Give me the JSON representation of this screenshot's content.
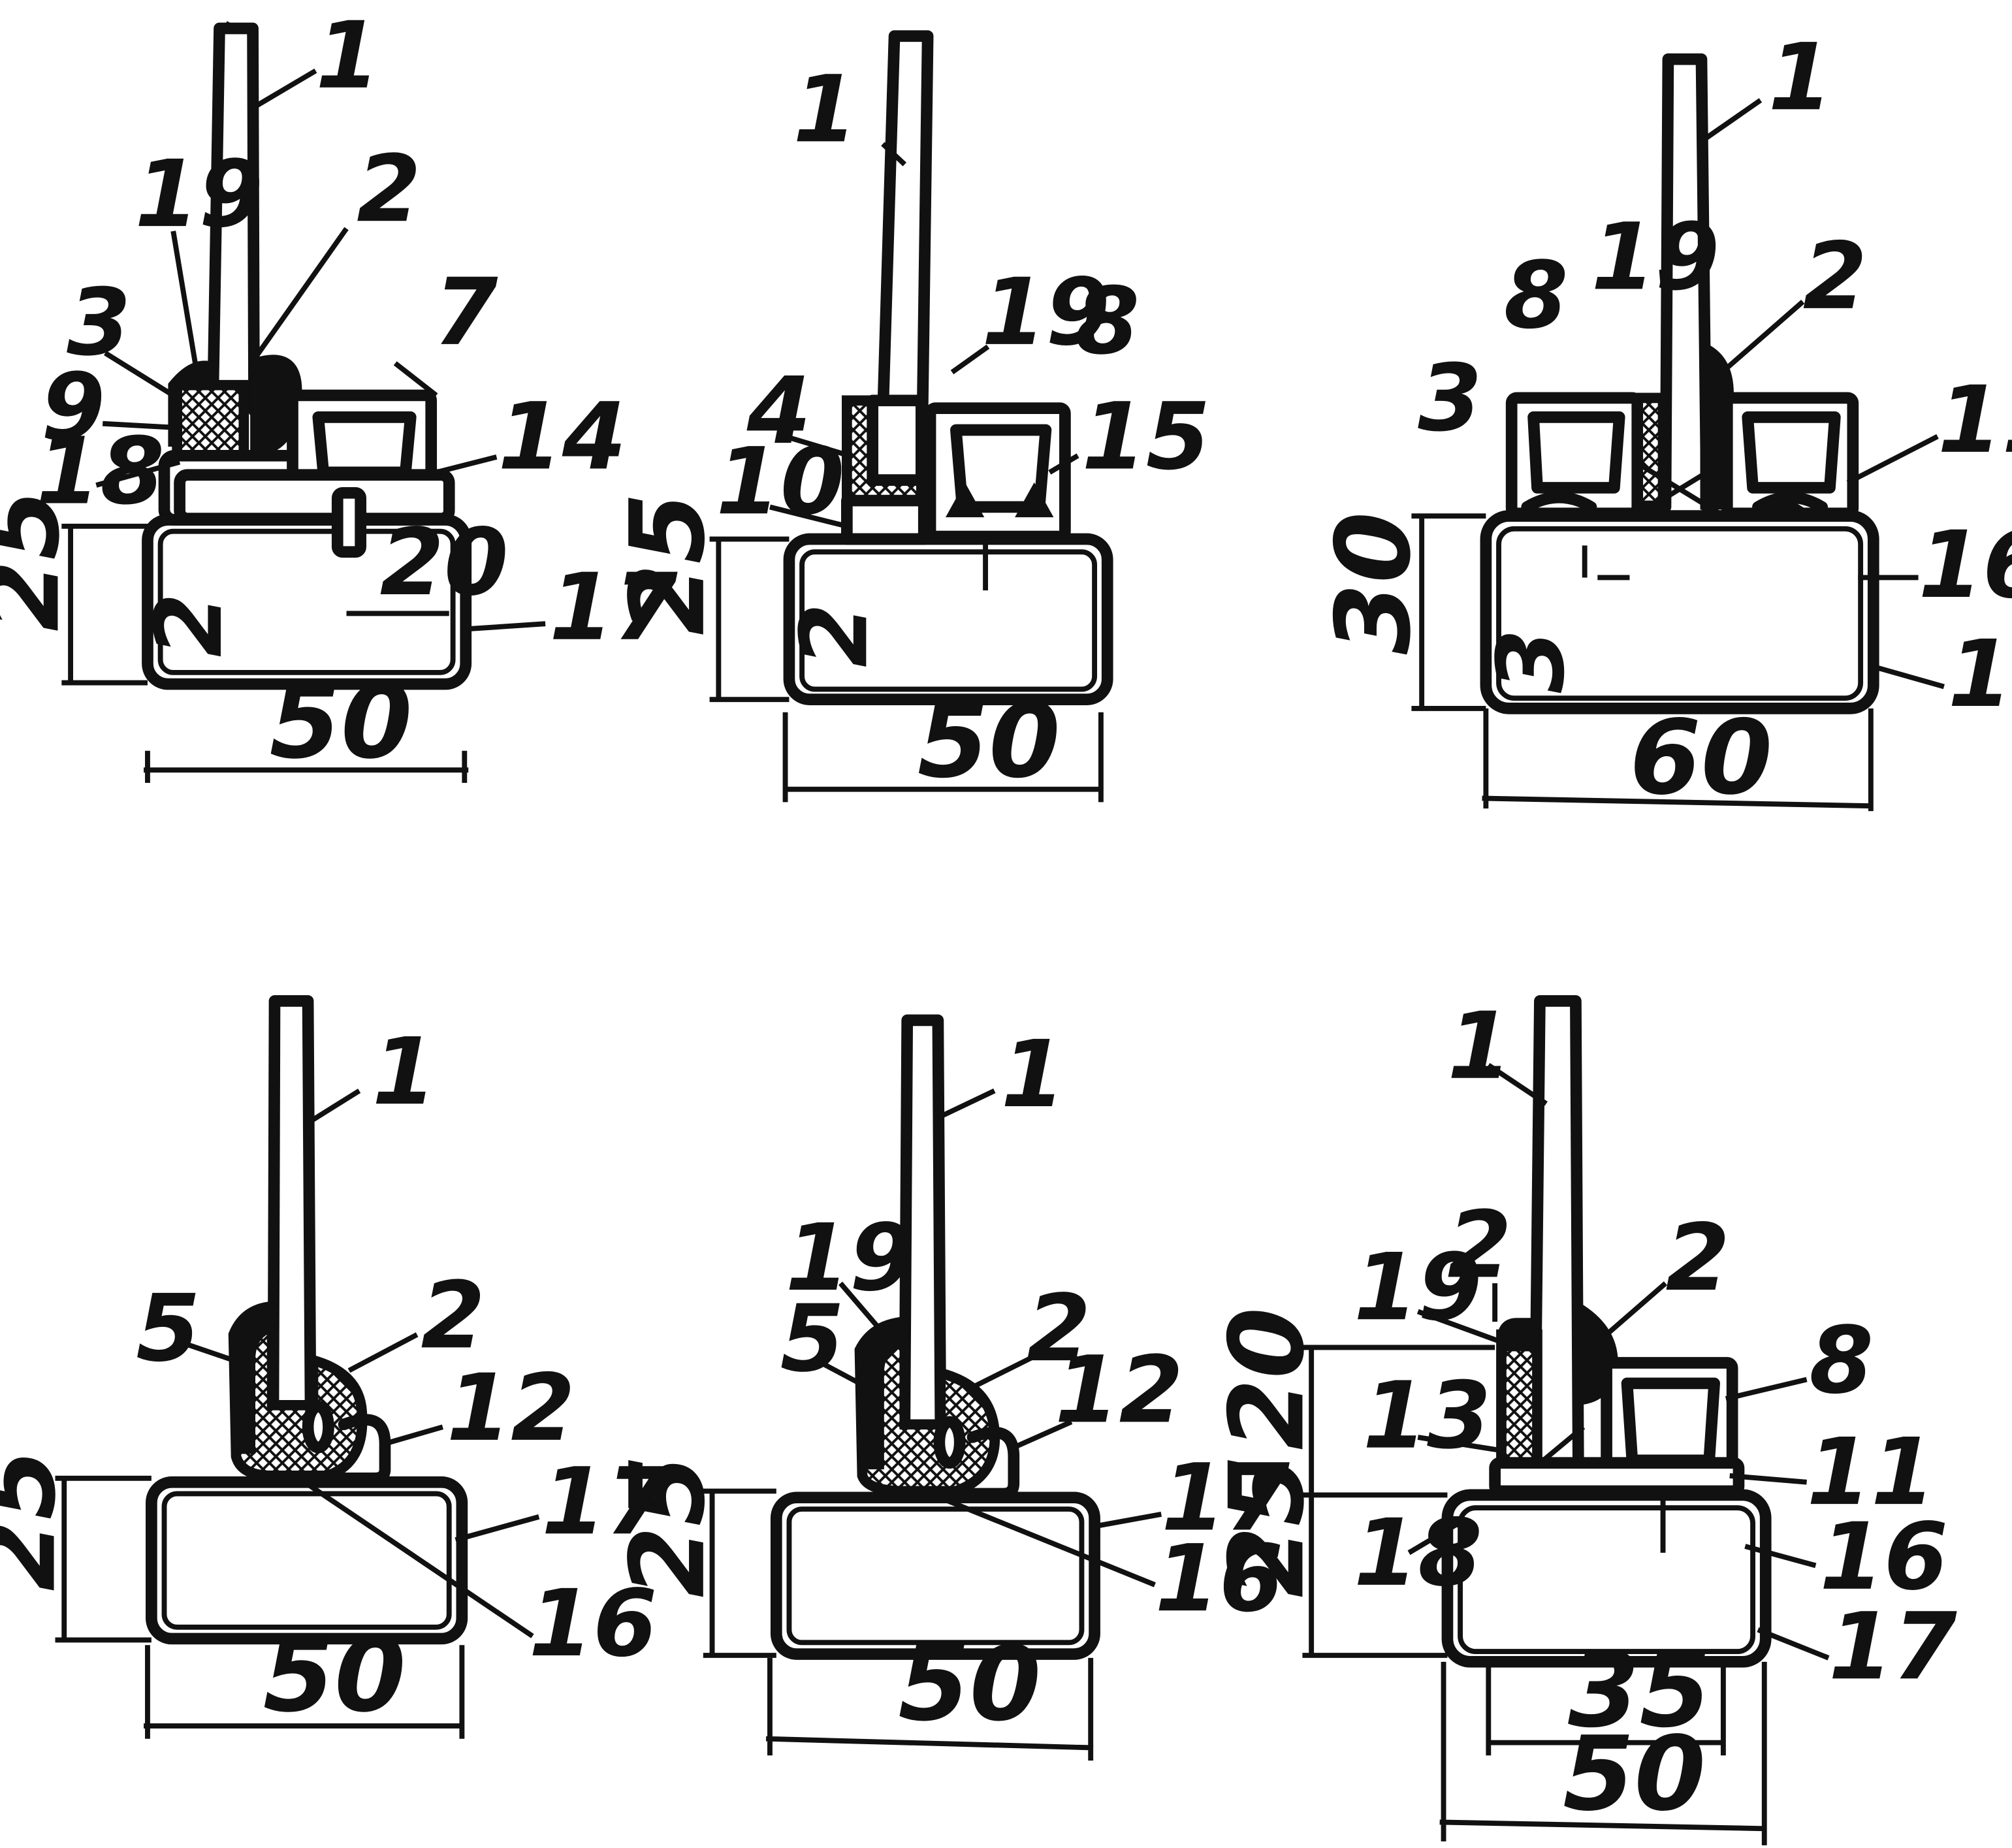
{
  "labels": {
    "n1": "1",
    "n2": "2",
    "n3": "3",
    "n4": "4",
    "n5": "5",
    "n7": "7",
    "n8": "8",
    "n9": "9",
    "n10": "10",
    "n11": "11",
    "n12": "12",
    "n13": "13",
    "n14": "14",
    "n15": "15",
    "n16": "16",
    "n17": "17",
    "n18": "18",
    "n19": "19",
    "n20": "20"
  },
  "dimensions": {
    "d25": "25",
    "d30": "30",
    "d20": "20",
    "d50": "50",
    "d60": "60",
    "d35": "35",
    "d2": "2",
    "d3": "3"
  },
  "colors": {
    "ink": "#111111",
    "paper": "#ffffff"
  }
}
